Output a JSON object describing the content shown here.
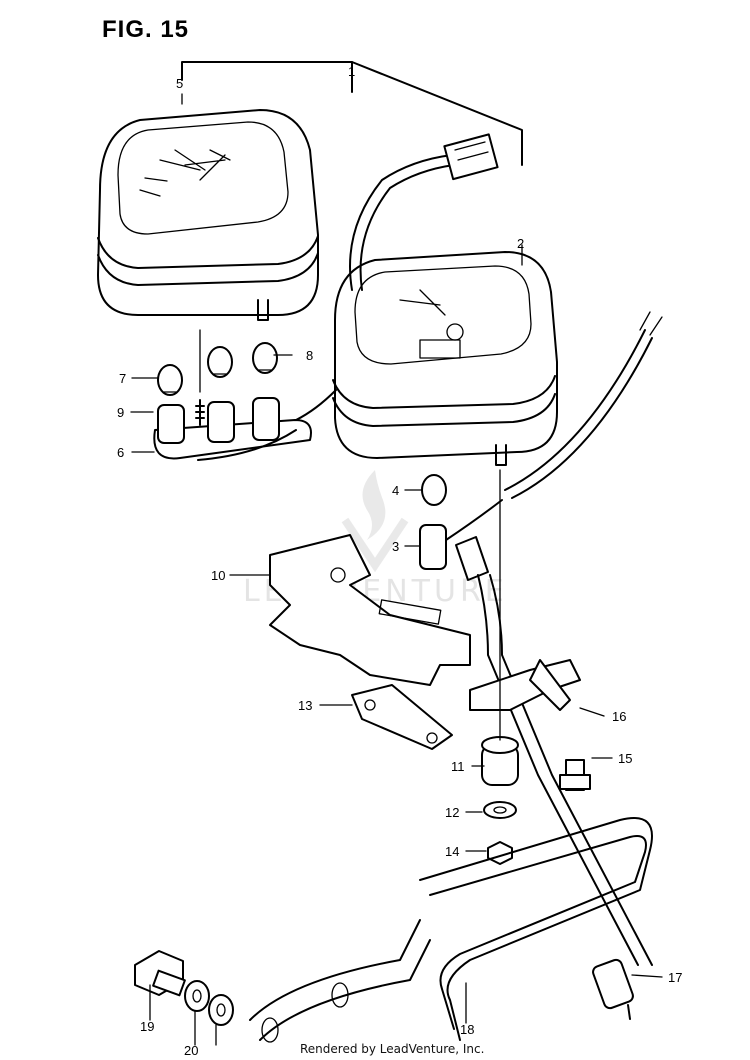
{
  "title": "FIG. 15",
  "footer": "Rendered by LeadVenture, Inc.",
  "watermark": "LEADVENTURE",
  "callouts": {
    "c1": "1",
    "c2": "2",
    "c3": "3",
    "c4": "4",
    "c5": "5",
    "c6": "6",
    "c7": "7",
    "c8": "8",
    "c9": "9",
    "c10": "10",
    "c11": "11",
    "c12": "12",
    "c13": "13",
    "c14": "14",
    "c15": "15",
    "c16": "16",
    "c17": "17",
    "c18": "18",
    "c19": "19",
    "c20": "20"
  }
}
